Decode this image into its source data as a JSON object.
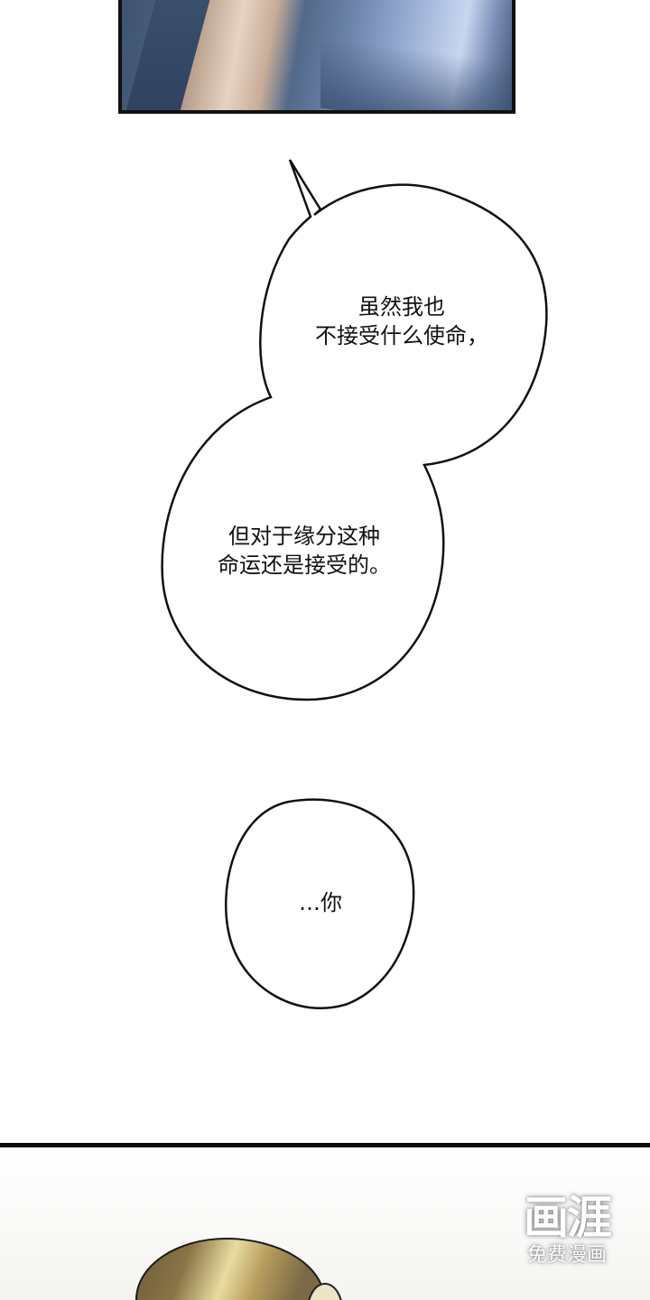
{
  "comic": {
    "panel_top": {
      "description": "close-up of character's collar and neck in blue shirt"
    },
    "bubbles": [
      {
        "lines": [
          "虽然我也",
          "不接受什么使命，"
        ]
      },
      {
        "lines": [
          "但对于缘分这种",
          "命运还是接受的。"
        ]
      },
      {
        "lines": [
          "…你"
        ]
      }
    ],
    "panel_bottom": {
      "description": "top of a blonde-haired character's head"
    },
    "watermark": {
      "logo": "画涯",
      "subtitle": "免费漫画"
    }
  },
  "colors": {
    "background": "#ffffff",
    "panel_border": "#111111",
    "text": "#111111",
    "shirt_blue": "#4a5f7c",
    "hair_gold": "#b89d5e"
  }
}
